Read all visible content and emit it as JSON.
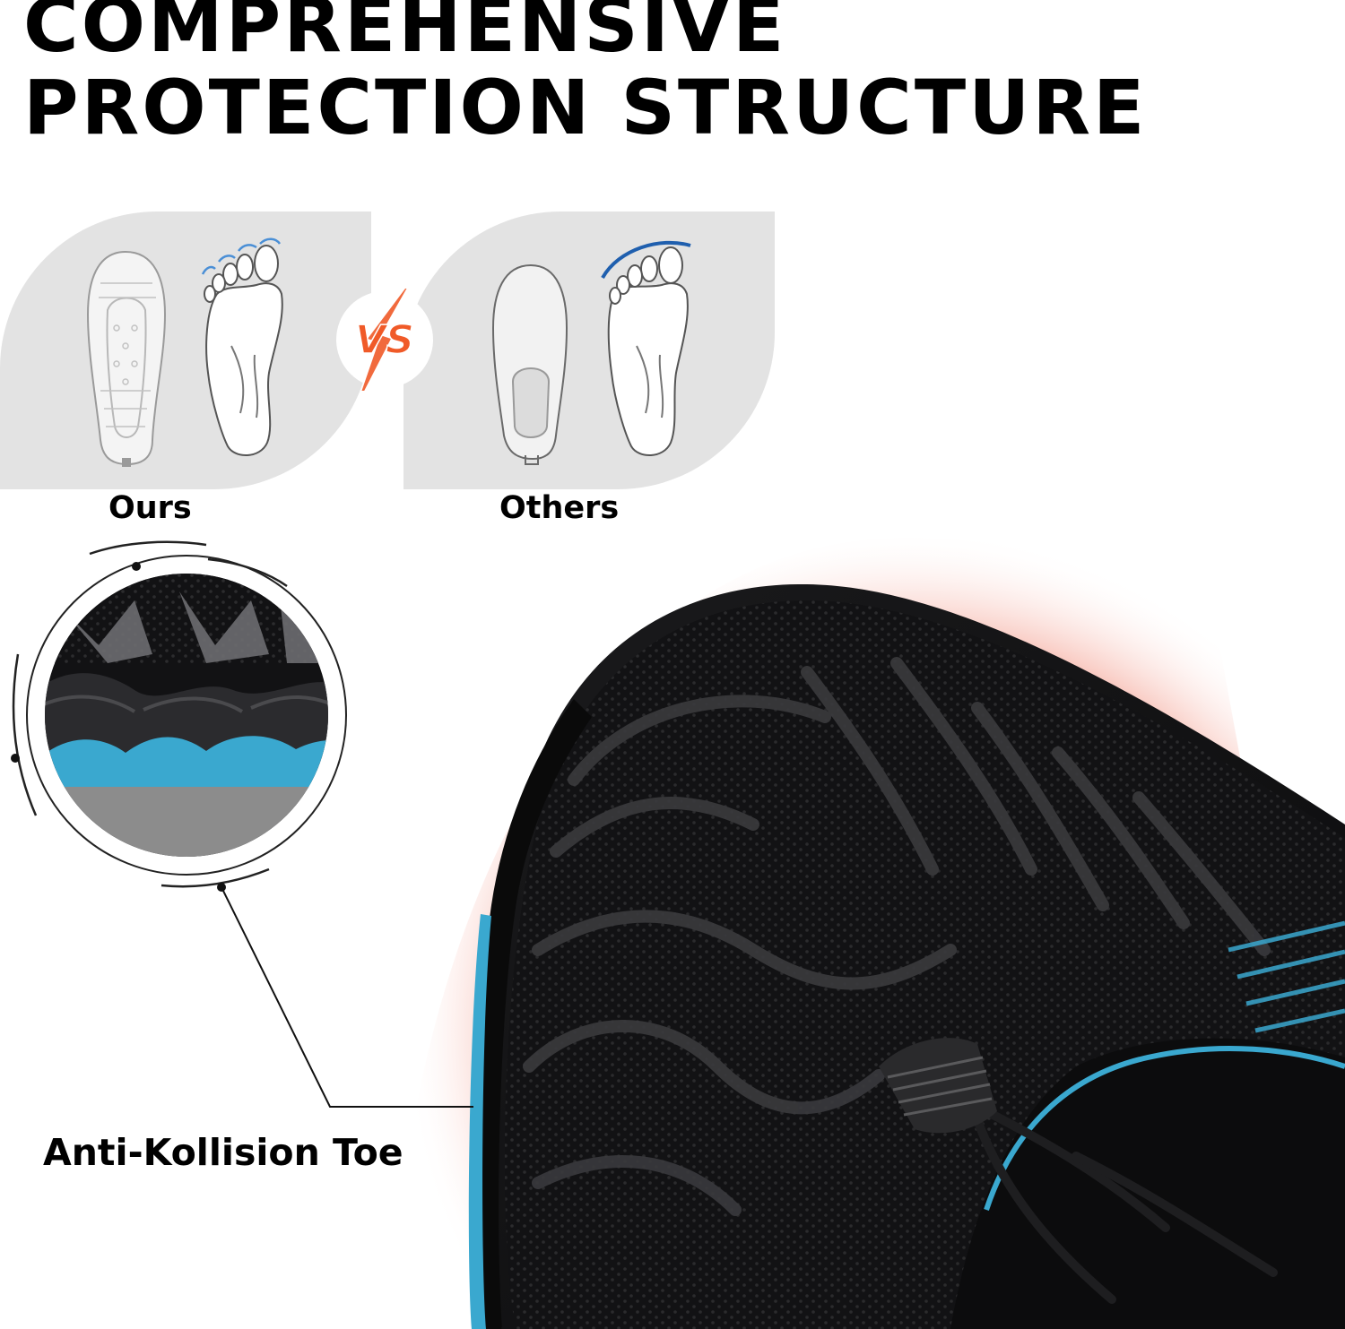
{
  "headline": {
    "line1": "COMPREHENSIVE",
    "line2": "PROTECTION STRUCTURE"
  },
  "comparison": {
    "ours_label": "Ours",
    "others_label": "Others",
    "vs_text": "VS"
  },
  "feature": {
    "callout_label": "Anti-Kollision Toe"
  },
  "colors": {
    "panel_gray": "#e3e3e3",
    "vs_orange": "#f05a28",
    "toe_blue": "#3aa8cf",
    "glow_red": "#ef8070",
    "shoe_black": "#0f0f10"
  }
}
